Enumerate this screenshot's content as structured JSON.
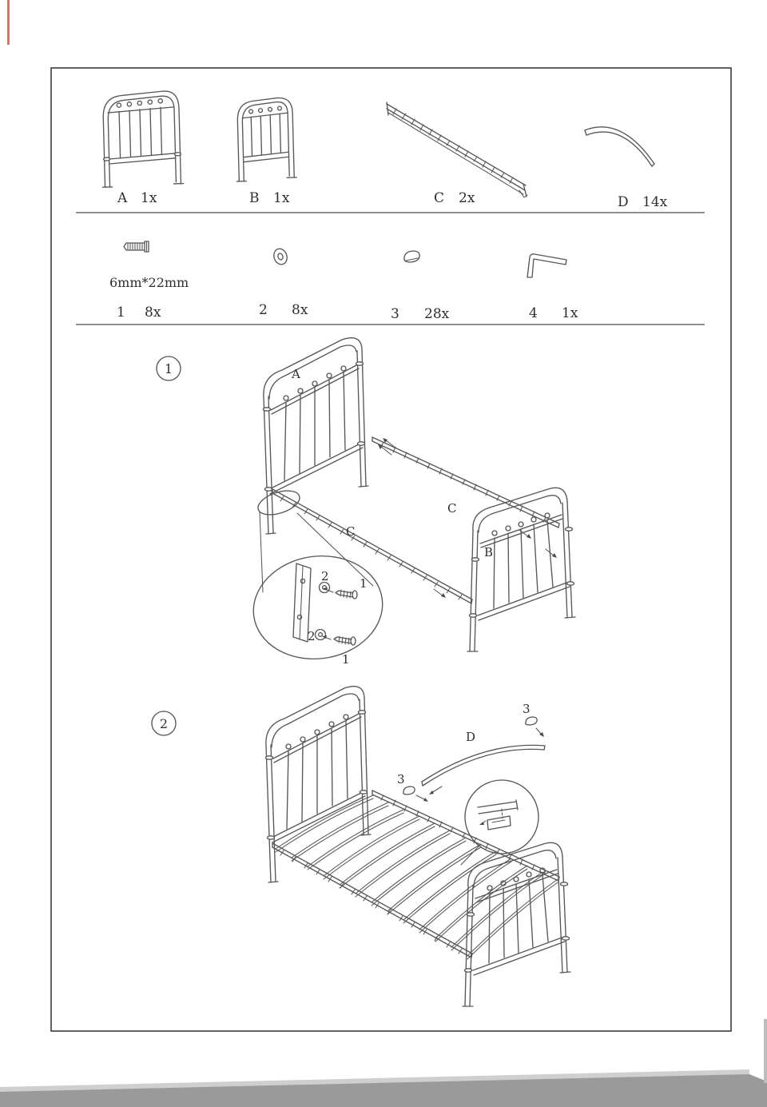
{
  "page": {
    "background": "#ffffff",
    "line_color": "#575757"
  },
  "parts_row": [
    {
      "label": "A",
      "qty": "1x"
    },
    {
      "label": "B",
      "qty": "1x"
    },
    {
      "label": "C",
      "qty": "2x"
    },
    {
      "label": "D",
      "qty": "14x"
    }
  ],
  "hardware_row": {
    "screw_dim": "6mm*22mm",
    "items": [
      {
        "num": "1",
        "qty": "8x"
      },
      {
        "num": "2",
        "qty": "8x"
      },
      {
        "num": "3",
        "qty": "28x"
      },
      {
        "num": "4",
        "qty": "1x"
      }
    ]
  },
  "step1": {
    "number": "1",
    "headboard_label": "A",
    "footboard_label": "B",
    "rail_far_label": "C",
    "rail_near_label": "C",
    "callout": {
      "washer_top_label": "2",
      "bolt_top_label": "1",
      "washer_bottom_label": "2",
      "bolt_bottom_label": "1"
    }
  },
  "step2": {
    "number": "2",
    "slat_label": "D",
    "cap_right_label": "3",
    "cap_left_label": "3"
  }
}
